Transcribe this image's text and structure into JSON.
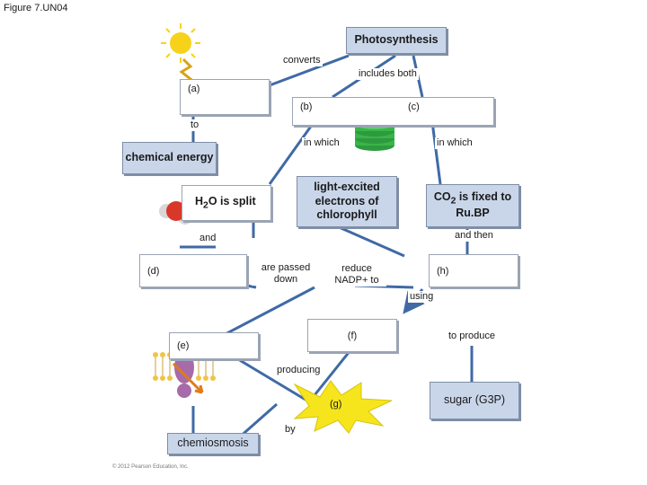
{
  "figure_label": "Figure 7.UN04",
  "nodes": {
    "photosynthesis": "Photosynthesis",
    "a": "(a)",
    "b": "(b)",
    "c": "(c)",
    "chemical_energy": "chemical energy",
    "h2o_split": {
      "pre": "H",
      "sub": "2",
      "post": "O is split"
    },
    "light_excited": "light-excited electrons of chlorophyll",
    "co2_fixed": {
      "pre": "CO",
      "sub": "2",
      "post": " is fixed to Ru.BP"
    },
    "d": "(d)",
    "h": "(h)",
    "f": "(f)",
    "e": "(e)",
    "g": "(g)",
    "sugar": "sugar (G3P)",
    "chemiosmosis": "chemiosmosis"
  },
  "edges": {
    "converts": "converts",
    "includes_both": "includes both",
    "to": "to",
    "in_which_left": "in which",
    "in_which_right": "in which",
    "and": "and",
    "and_then": "and then",
    "are_passed_down": "are passed down",
    "reduce_nadp": "reduce NADP+ to",
    "using": "using",
    "to_produce": "to produce",
    "producing": "producing",
    "by": "by"
  },
  "copyright": "© 2012 Pearson Education, Inc.",
  "colors": {
    "connector": "#3f6aa6",
    "node_border": "#9aa4b4",
    "filled_node": "#c9d6ea",
    "sun": "#f7d21a",
    "burst": "#f6e51c",
    "thylakoid": "#39b54a"
  }
}
